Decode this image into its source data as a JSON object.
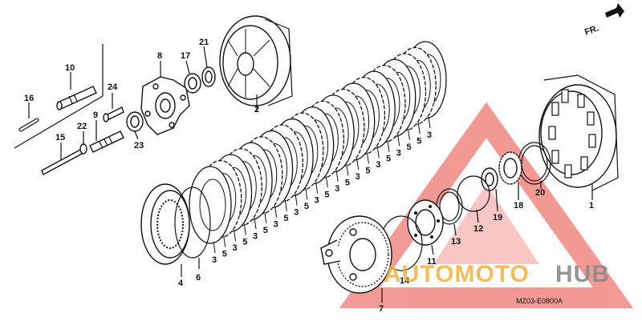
{
  "diagram": {
    "direction_label": "FR.",
    "drawing_code": "MZ03-E0800A",
    "callouts": {
      "c1": "1",
      "c2": "2",
      "c4": "4",
      "c6": "6",
      "c7": "7",
      "c8": "8",
      "c9": "9",
      "c10": "10",
      "c11": "11",
      "c12": "12",
      "c13": "13",
      "c14": "14",
      "c15": "15",
      "c16": "16",
      "c17": "17",
      "c18": "18",
      "c19": "19",
      "c20": "20",
      "c21": "21",
      "c22": "22",
      "c23": "23",
      "c24": "24",
      "plate_labels": [
        "3",
        "5",
        "3",
        "5",
        "3",
        "5",
        "3",
        "5",
        "3",
        "5",
        "3",
        "5",
        "3",
        "5",
        "3",
        "5",
        "3",
        "5",
        "3",
        "5",
        "5",
        "3"
      ]
    }
  },
  "watermark": {
    "brand_left": "AUTOMOTO",
    "brand_right": "HUB",
    "brand_left_color": "#f0b23a",
    "brand_right_color": "#8a8a8a",
    "triangle_color": "#e8473e"
  }
}
